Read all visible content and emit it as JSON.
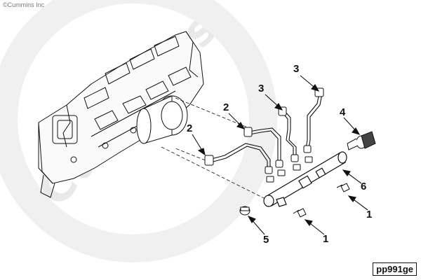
{
  "copyright": "©Cummins Inc",
  "watermark": "Cummins",
  "figure_id": "pp991ge",
  "callouts": [
    "3",
    "3",
    "2",
    "2",
    "4",
    "6",
    "1",
    "1",
    "5"
  ]
}
